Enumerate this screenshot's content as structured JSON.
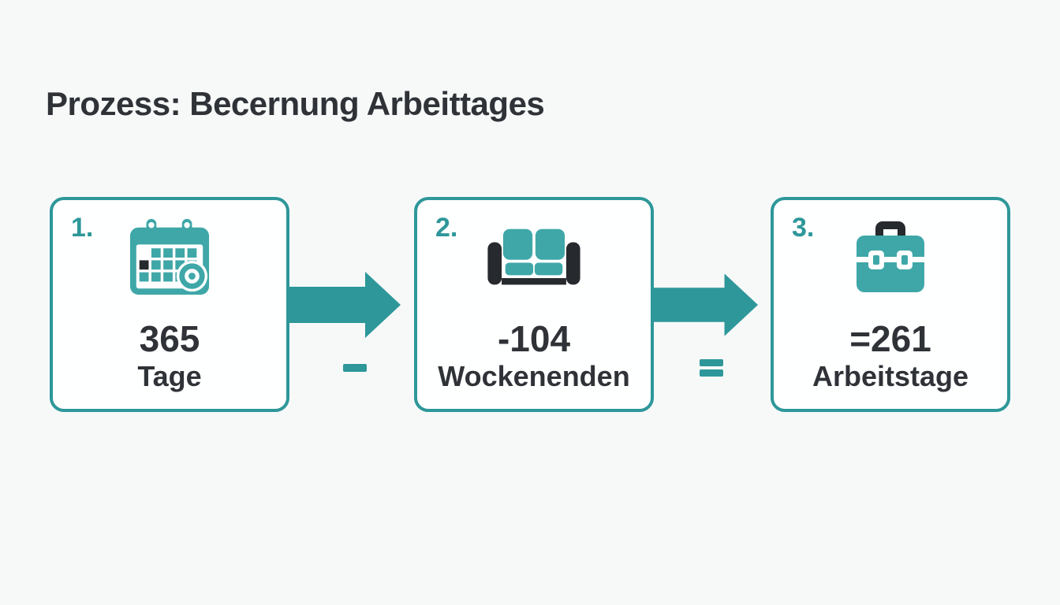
{
  "title": "Prozess: Becernung Arbeittages",
  "colors": {
    "teal": "#2e9799",
    "icon_teal": "#3fa7a8",
    "dark": "#2f3338",
    "icon_dark": "#26292d",
    "background": "#f7f9f9",
    "box_fill": "#feffff"
  },
  "steps": [
    {
      "number": "1.",
      "icon": "calendar-icon",
      "value": "365",
      "label": "Tage"
    },
    {
      "number": "2.",
      "icon": "sofa-icon",
      "value": "-104",
      "label": "Wockenenden"
    },
    {
      "number": "3.",
      "icon": "briefcase-icon",
      "value": "=261",
      "label": "Arbeitstage"
    }
  ],
  "operators": [
    {
      "type": "minus",
      "symbol": "−"
    },
    {
      "type": "equals",
      "symbol": "="
    }
  ]
}
